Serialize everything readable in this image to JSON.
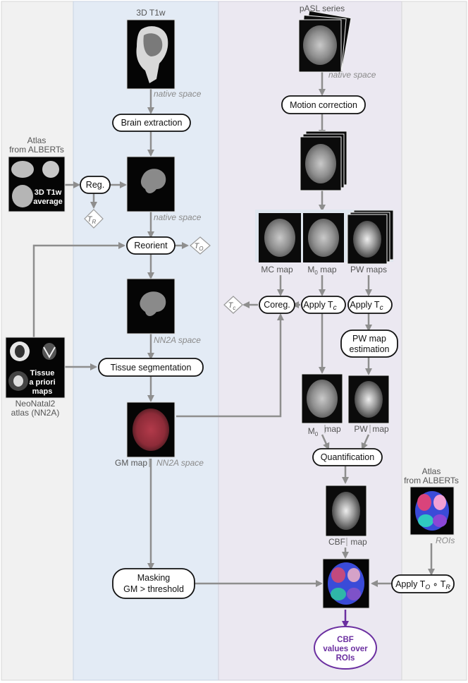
{
  "inputs": {
    "t1w_label": "3D T1w",
    "pasl_label": "pASL series",
    "native_space": "native space",
    "atlas_alberts_line1": "Atlas",
    "atlas_alberts_line2": "from ALBERTs",
    "atlas_t1w_text_line1": "3D T1w",
    "atlas_t1w_text_line2": "average",
    "nn2a_line1": "NeoNatal2",
    "nn2a_line2": "atlas (NN2A)",
    "tissue_text_line1": "Tissue",
    "tissue_text_line2": "a priori",
    "tissue_text_line3": "maps"
  },
  "steps": {
    "motion_correction": "Motion correction",
    "brain_extraction": "Brain extraction",
    "reg": "Reg.",
    "reorient": "Reorient",
    "coreg": "Coreg.",
    "apply_tc_1": "Apply T",
    "apply_tc_2": "Apply T",
    "apply_tc_sub": "c",
    "pw_map_estimation_line1": "PW map",
    "pw_map_estimation_line2": "estimation",
    "tissue_segmentation": "Tissue segmentation",
    "quantification": "Quantification",
    "masking_line1": "Masking",
    "masking_line2": "GM > threshold",
    "apply_to_tr": "Apply T",
    "apply_to_tr_sub1": "O",
    "apply_to_tr_mid": " ∘ T",
    "apply_to_tr_sub2": "R",
    "cbf_result_line1": "CBF",
    "cbf_result_line2": "values over",
    "cbf_result_line3": "ROIs"
  },
  "transforms": {
    "tr": "T",
    "tr_sub": "R",
    "to": "T",
    "to_sub": "O",
    "tc": "T",
    "tc_sub": "c"
  },
  "maps": {
    "native_space_2": "native space",
    "nn2a_space": "NN2A space",
    "gm_map": "GM map",
    "nn2a_space_2": "NN2A space",
    "mc_map": "MC map",
    "m0_map": "M",
    "m0_sub": "0",
    "m0_suffix": " map",
    "pw_maps": "PW maps",
    "m0_map_2": "M",
    "m0_sub_2": "0",
    "m0_suffix_2": "map",
    "pw_map_2a": "PW",
    "pw_map_2b": "map",
    "cbf_map_a": "CBF",
    "cbf_map_b": "map",
    "rois": "ROIs"
  },
  "colors": {
    "left_panel": "#f1f1f1",
    "center_panel": "#e3ebf5",
    "right_panel": "#ebe8f1",
    "arrow": "#8e8e8e",
    "result": "#6b2fa0"
  }
}
